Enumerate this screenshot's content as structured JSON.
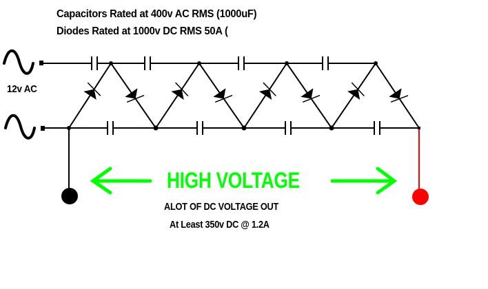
{
  "notes": {
    "capacitors": "Capacitors Rated at 400v AC RMS (1000uF)",
    "diodes": "Diodes Rated at 1000v DC RMS 50A   ("
  },
  "input": {
    "label": "12v AC",
    "source_icon": "ac-sine-icon"
  },
  "output": {
    "headline": "HIGH VOLTAGE",
    "description": "ALOT OF DC VOLTAGE OUT",
    "rating": "At Least 350v DC @ 1.2A",
    "negative_terminal_color": "#000000",
    "positive_terminal_color": "#ff0000",
    "arrow_color": "#00ff00"
  },
  "circuit": {
    "type": "voltage-multiplier ladder",
    "top_rail_capacitors": 4,
    "bottom_rail_capacitors": 4,
    "diodes": 8
  }
}
